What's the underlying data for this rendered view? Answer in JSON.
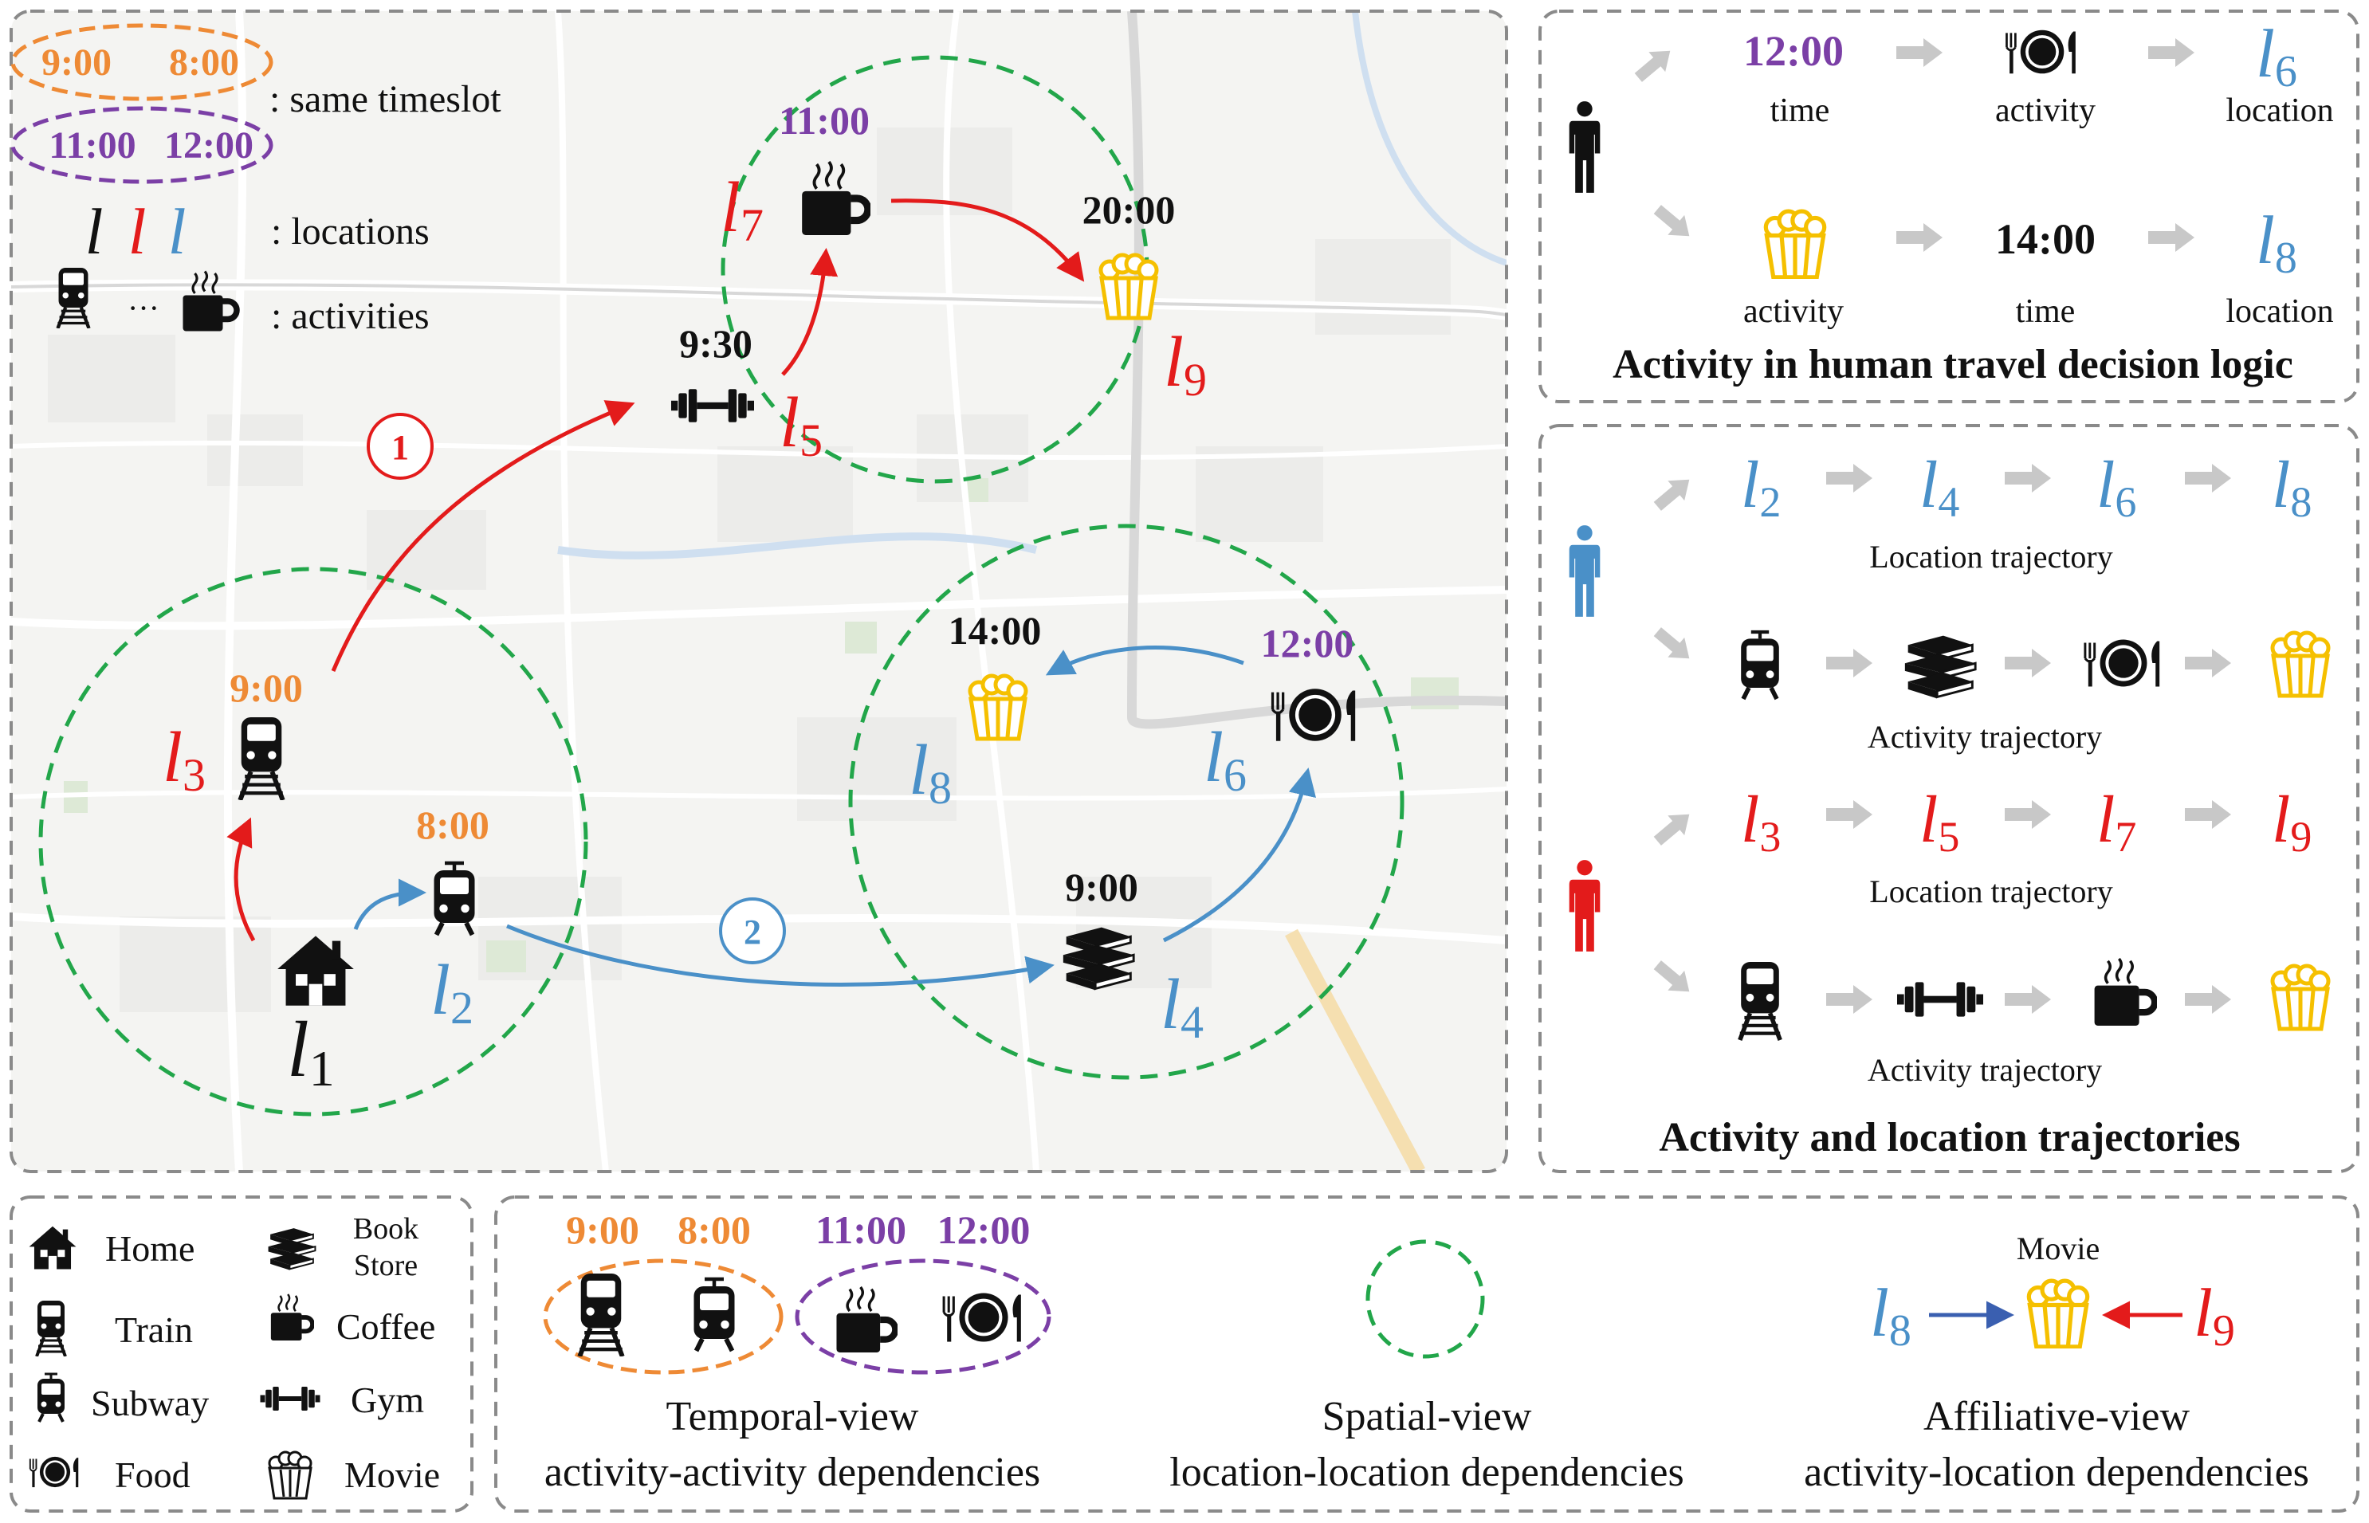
{
  "legend_top": {
    "time_a": "9:00",
    "time_b": "8:00",
    "time_c": "11:00",
    "time_d": "12:00",
    "same_timeslot": ": same timeslot",
    "loc_sym_1": "l",
    "loc_sym_2": "l",
    "loc_sym_3": "l",
    "locations": ": locations",
    "ellipsis": "···",
    "activities": ": activities"
  },
  "map": {
    "route1_badge": "1",
    "route2_badge": "2",
    "nodes": [
      {
        "id": "l1",
        "letter": "l",
        "sub": "1",
        "time": "",
        "color": "#111111"
      },
      {
        "id": "l2",
        "letter": "l",
        "sub": "2",
        "time": "8:00",
        "color": "#4a90c8"
      },
      {
        "id": "l3",
        "letter": "l",
        "sub": "3",
        "time": "9:00",
        "color": "#e31b1b"
      },
      {
        "id": "l4",
        "letter": "l",
        "sub": "4",
        "time": "9:00",
        "color": "#4a90c8"
      },
      {
        "id": "l5",
        "letter": "l",
        "sub": "5",
        "time": "9:30",
        "color": "#e31b1b"
      },
      {
        "id": "l6",
        "letter": "l",
        "sub": "6",
        "time": "12:00",
        "color": "#4a90c8"
      },
      {
        "id": "l7",
        "letter": "l",
        "sub": "7",
        "time": "11:00",
        "color": "#e31b1b"
      },
      {
        "id": "l8",
        "letter": "l",
        "sub": "8",
        "time": "14:00",
        "color": "#4a90c8"
      },
      {
        "id": "l9",
        "letter": "l",
        "sub": "9",
        "time": "20:00",
        "color": "#e31b1b"
      }
    ]
  },
  "decision_logic": {
    "title": "Activity in human travel decision logic",
    "row1": {
      "time": "12:00",
      "time_label": "time",
      "activity_label": "activity",
      "loc_letter": "l",
      "loc_sub": "6",
      "loc_label": "location"
    },
    "row2": {
      "activity_label": "activity",
      "time": "14:00",
      "time_label": "time",
      "loc_letter": "l",
      "loc_sub": "8",
      "loc_label": "location"
    }
  },
  "trajectories": {
    "title": "Activity and location trajectories",
    "blue_locs": [
      "2",
      "4",
      "6",
      "8"
    ],
    "red_locs": [
      "3",
      "5",
      "7",
      "9"
    ],
    "loc_letter": "l",
    "location_label": "Location trajectory",
    "activity_label": "Activity trajectory"
  },
  "icon_legend": {
    "home": "Home",
    "book_1": "Book",
    "book_2": "Store",
    "train": "Train",
    "coffee": "Coffee",
    "subway": "Subway",
    "gym": "Gym",
    "food": "Food",
    "movie": "Movie"
  },
  "views": {
    "temporal": {
      "t1": "9:00",
      "t2": "8:00",
      "t3": "11:00",
      "t4": "12:00",
      "line1": "Temporal-view",
      "line2": "activity-activity dependencies"
    },
    "spatial": {
      "line1": "Spatial-view",
      "line2": "location-location dependencies"
    },
    "affiliative": {
      "movie": "Movie",
      "left_sub": "8",
      "right_sub": "9",
      "loc_letter": "l",
      "line1": "Affiliative-view",
      "line2": "activity-location dependencies"
    }
  },
  "colors": {
    "red": "#e31b1b",
    "blue": "#4a90c8",
    "orange": "#ee8a35",
    "purple": "#7b3fa6",
    "green_dash": "#22a64a",
    "gray_arrow": "#c8c8c8",
    "popcorn": "#f5c000",
    "panel_border": "#8a8a8a"
  }
}
